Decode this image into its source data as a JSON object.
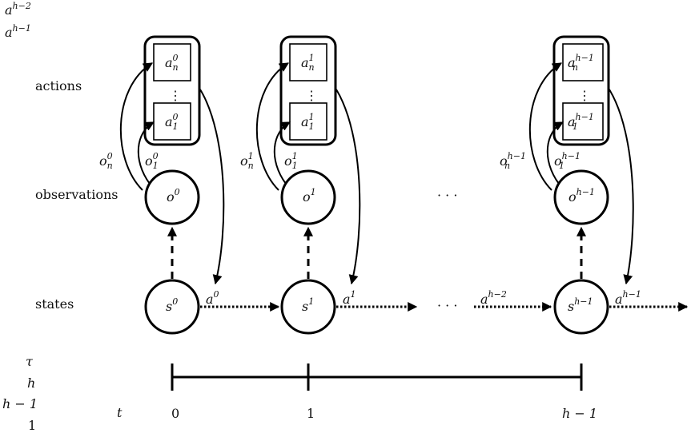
{
  "rows": {
    "actions": "actions",
    "observations": "observations",
    "states": "states"
  },
  "top_left": {
    "a_base": "a",
    "a_sup_1": "h−2",
    "a_sup_2": "h−1"
  },
  "bottom_left": {
    "tau": "τ",
    "h": "h",
    "h_minus_1": "h − 1",
    "one": "1"
  },
  "timeline": {
    "t_label": "t",
    "ticks": [
      "0",
      "1",
      "h − 1"
    ]
  },
  "steps": [
    {
      "a_n_base": "a",
      "a_n_sub": "n",
      "a_sup": "0",
      "a_1_base": "a",
      "a_1_sub": "1",
      "o_base": "o",
      "o_sup": "0",
      "o_n_sub": "n",
      "o_1_sub": "1",
      "s_base": "s",
      "s_sup": "0",
      "trans_base": "a",
      "trans_sup": "0"
    },
    {
      "a_n_base": "a",
      "a_n_sub": "n",
      "a_sup": "1",
      "a_1_base": "a",
      "a_1_sub": "1",
      "o_base": "o",
      "o_sup": "1",
      "o_n_sub": "n",
      "o_1_sub": "1",
      "s_base": "s",
      "s_sup": "1",
      "trans_base": "a",
      "trans_sup": "1"
    },
    {
      "a_n_base": "a",
      "a_n_sub": "n",
      "a_sup": "h−1",
      "a_1_base": "a",
      "a_1_sub": "1",
      "o_base": "o",
      "o_sup": "h−1",
      "o_n_sub": "n",
      "o_1_sub": "1",
      "s_base": "s",
      "s_sup": "h−1",
      "trans_base": "a",
      "trans_sup": "h−1"
    }
  ],
  "gap": {
    "ellipsis_obs": "· · ·",
    "ellipsis_states": "· · ·",
    "pre_trans_base": "a",
    "pre_trans_sup": "h−2"
  },
  "vdots": "⋮"
}
